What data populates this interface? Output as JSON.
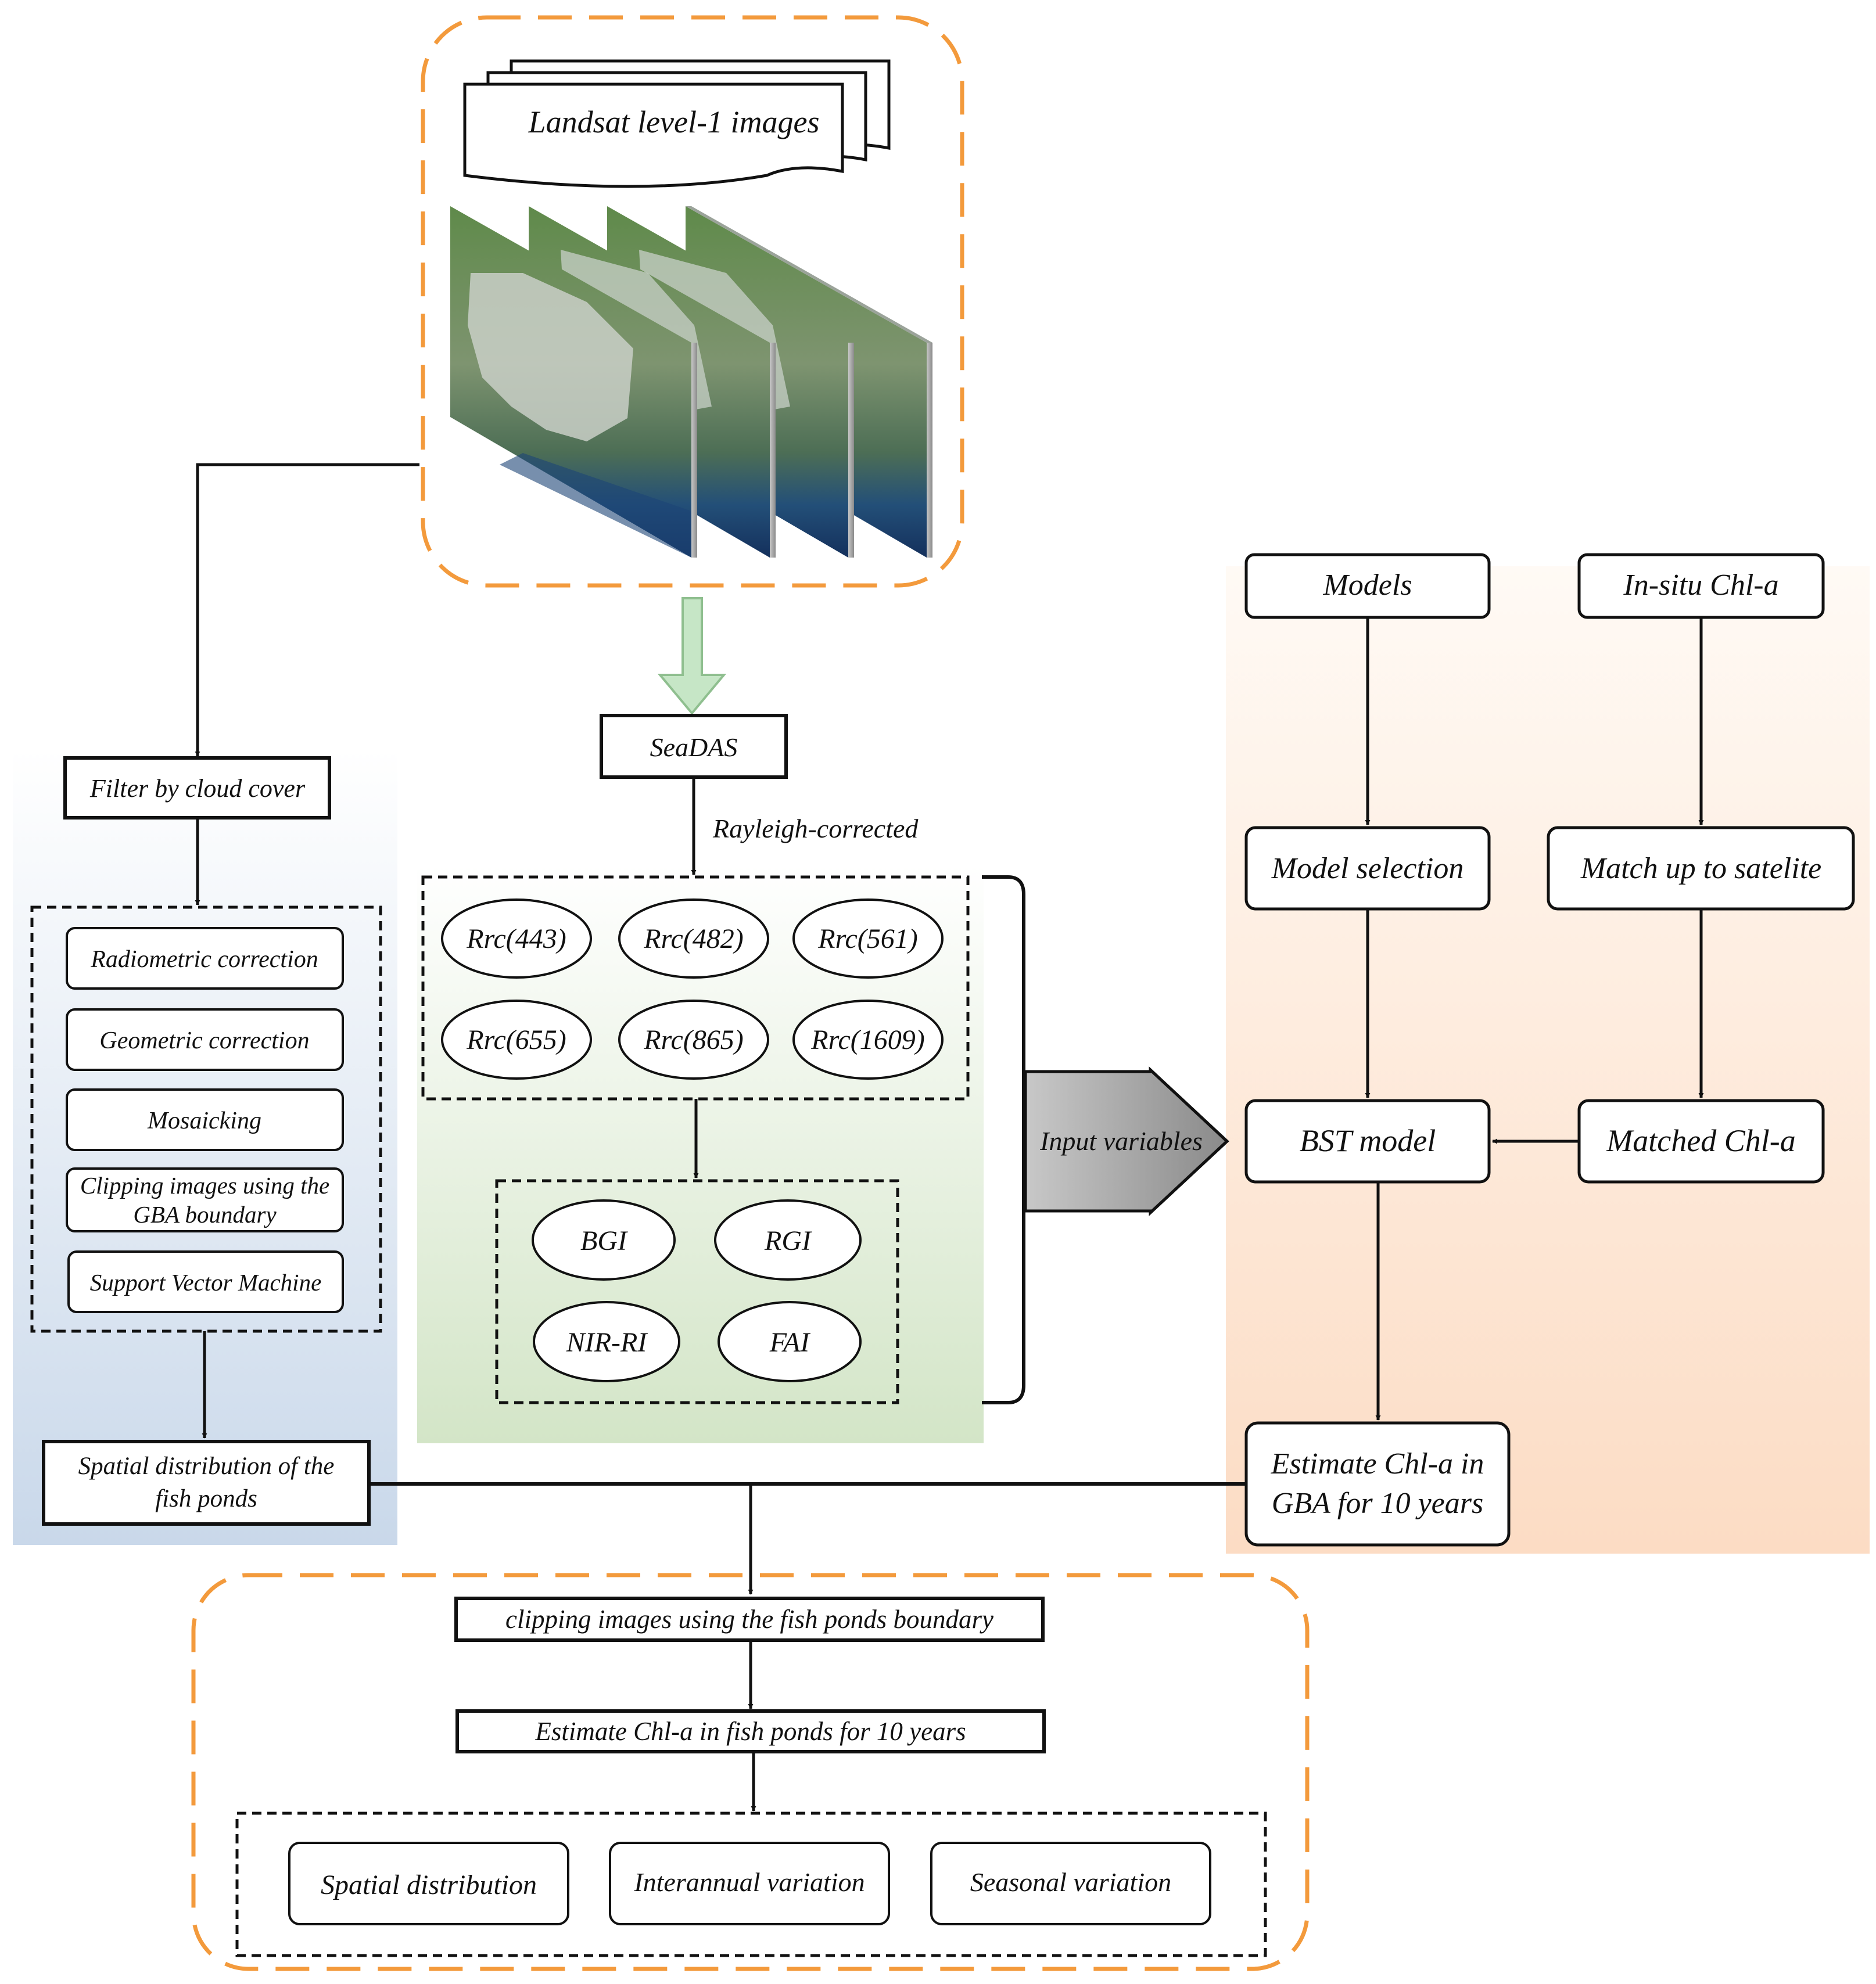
{
  "images": {
    "label": "Landsat level-1 images",
    "image_count": 4
  },
  "left_branch": {
    "filter": "Filter by cloud cover",
    "steps": [
      "Radiometric correction",
      "Geometric correction",
      "Mosaicking",
      "Clipping images using the GBA boundary",
      "Support Vector Machine"
    ],
    "result": "Spatial distribution of the fish ponds"
  },
  "center_branch": {
    "processor": "SeaDAS",
    "correction": "Rayleigh-corrected",
    "bands": [
      "Rrc(443)",
      "Rrc(482)",
      "Rrc(561)",
      "Rrc(655)",
      "Rrc(865)",
      "Rrc(1609)"
    ],
    "indices": [
      "BGI",
      "RGI",
      "NIR-RI",
      "FAI"
    ],
    "input_arrow": "Input variables"
  },
  "right_branch": {
    "models": "Models",
    "model_selection": "Model selection",
    "in_situ": "In-situ Chl-a",
    "match_up": "Match up to satelite",
    "bst_model": "BST model",
    "matched": "Matched Chl-a",
    "estimate_gba": "Estimate Chl-a in GBA for 10 years"
  },
  "bottom": {
    "clip": "clipping images using the fish ponds boundary",
    "estimate_ponds": "Estimate Chl-a in fish ponds for 10 years",
    "outputs": [
      "Spatial distribution",
      "Interannual variation",
      "Seasonal variation"
    ]
  },
  "colors": {
    "orange_dash": "#f39a3c",
    "left_panel": "#c9d8ea",
    "center_panel": "#d3e5c7",
    "right_panel": "#fcdcc4",
    "seadas_arrow": "#c6e6c6"
  }
}
